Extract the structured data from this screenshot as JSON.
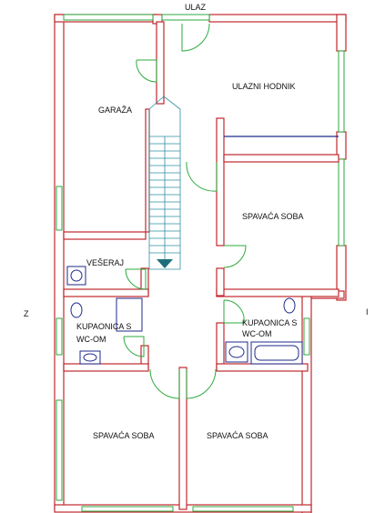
{
  "labels": {
    "entrance": "ULAZ",
    "west_marker": "Z",
    "east_marker": "I",
    "garage": "GARAŽA",
    "entrance_hall": "ULAZNI HODNIK",
    "bedroom_east": "SPAVAĆA SOBA",
    "laundry": "VEŠERAJ",
    "bathroom_left_line1": "KUPAONICA S",
    "bathroom_left_line2": "WC-OM",
    "bathroom_right_line1": "KUPAONICA S",
    "bathroom_right_line2": "WC-OM",
    "bedroom_sw": "SPAVAĆA SOBA",
    "bedroom_se": "SPAVAĆA SOBA"
  },
  "colors": {
    "wall": "#c0282d",
    "window": "#2eaa3f",
    "stair": "#2e8fa0",
    "fixture": "#1e2a8a"
  }
}
